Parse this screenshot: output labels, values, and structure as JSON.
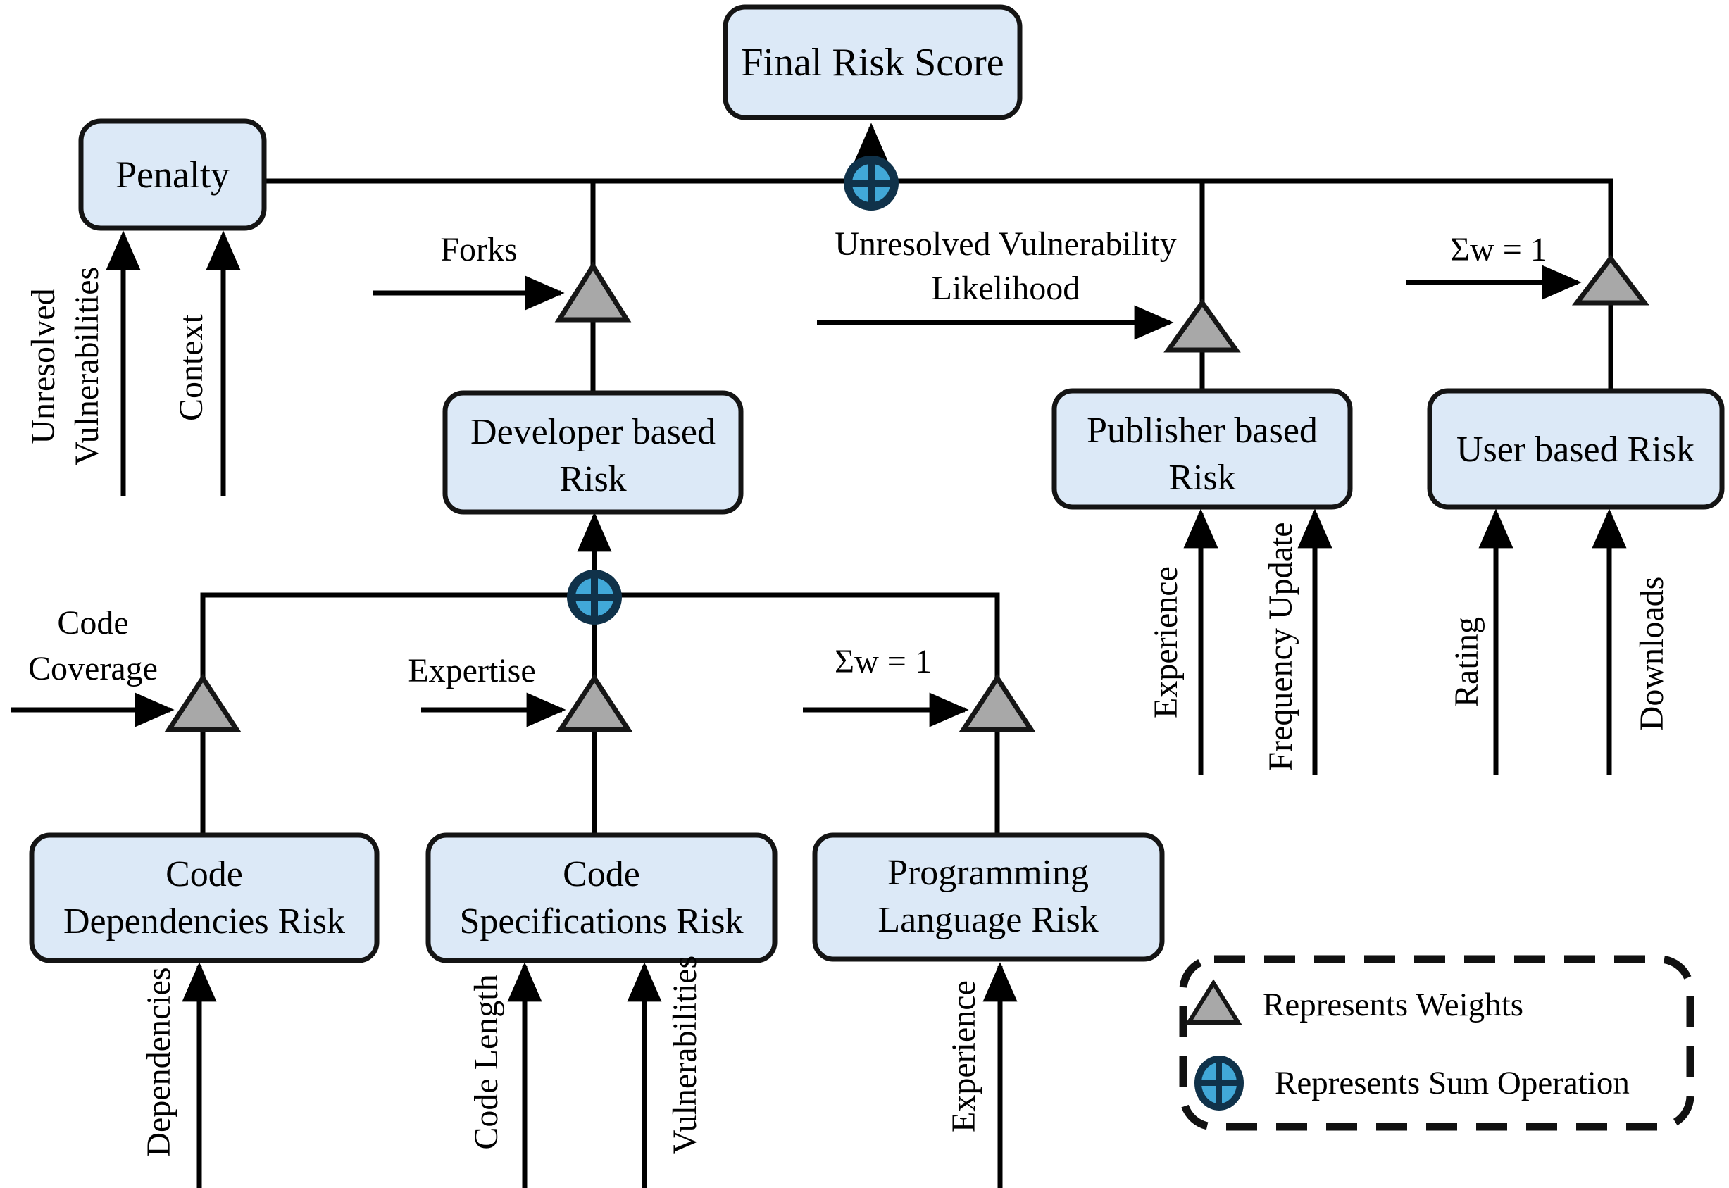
{
  "colors": {
    "node_fill": "#dce9f7",
    "node_stroke": "#141414",
    "weight_fill": "#a8a8a8",
    "sum_fill": "#41a8d8",
    "sum_ring": "#10324a",
    "line": "#000000"
  },
  "nodes": {
    "final_risk_score": {
      "label": "Final Risk Score"
    },
    "penalty": {
      "label": "Penalty"
    },
    "developer": {
      "line1": "Developer based",
      "line2": "Risk"
    },
    "publisher": {
      "line1": "Publisher based",
      "line2": "Risk"
    },
    "user": {
      "label": "User based Risk"
    },
    "code_dependencies": {
      "line1": "Code",
      "line2": "Dependencies Risk"
    },
    "code_specifications": {
      "line1": "Code",
      "line2": "Specifications Risk"
    },
    "programming_language": {
      "line1": "Programming",
      "line2": "Language Risk"
    }
  },
  "weights": {
    "forks": "Forks",
    "unresolved_vulnerability_likelihood": {
      "line1": "Unresolved Vulnerability",
      "line2": "Likelihood"
    },
    "sum_w_user": "Σw = 1",
    "code_coverage": {
      "line1": "Code",
      "line2": "Coverage"
    },
    "expertise": "Expertise",
    "sum_w_language": "Σw = 1"
  },
  "inputs": {
    "penalty": {
      "unresolved": {
        "line1": "Unresolved",
        "line2": "Vulnerabilities"
      },
      "context": "Context"
    },
    "publisher": {
      "experience": "Experience",
      "frequency_update": "Frequency Update"
    },
    "user": {
      "rating": "Rating",
      "downloads": "Downloads"
    },
    "code_dependencies": {
      "dependencies": "Dependencies"
    },
    "code_specifications": {
      "code_length": "Code Length",
      "vulnerabilities": "Vulnerabilities"
    },
    "programming_language": {
      "experience": "Experience"
    }
  },
  "legend": {
    "weights": "Represents Weights",
    "sum": "Represents Sum Operation"
  }
}
